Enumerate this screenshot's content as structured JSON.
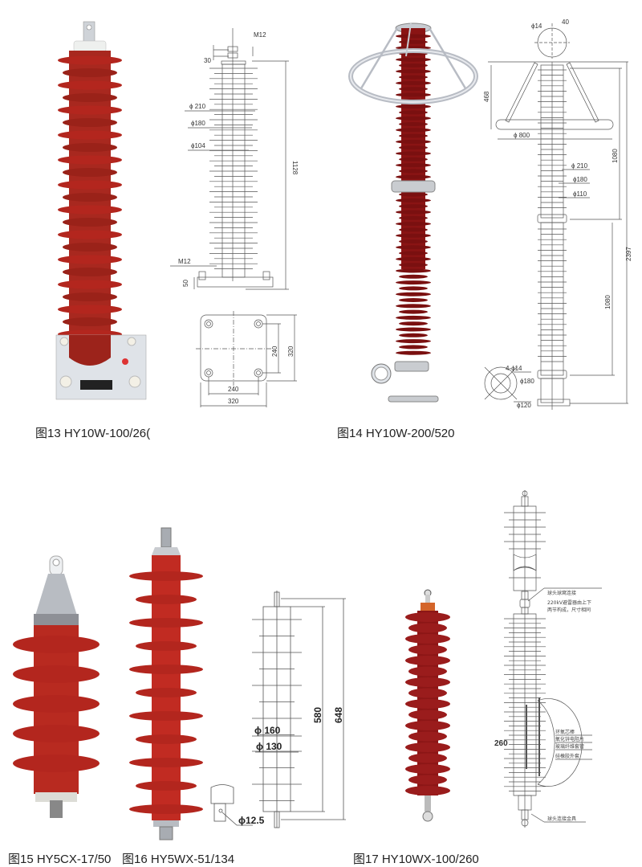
{
  "figures": [
    {
      "id": "fig13",
      "caption": "图13 HY10W-100/26(",
      "drawing_labels": {
        "m12_top": "M12",
        "d30": "30",
        "phi210": "ϕ 210",
        "phi180": "ϕ180",
        "phi104": "ϕ104",
        "h1128": "1128",
        "m12_base": "M12",
        "h50": "50",
        "plate_inner_v": "240",
        "plate_outer_v": "320",
        "plate_inner_h": "240",
        "plate_outer_h": "320"
      }
    },
    {
      "id": "fig14",
      "caption": "图14 HY10W-200/520",
      "drawing_labels": {
        "phi14": "ϕ14",
        "d40": "40",
        "h468": "468",
        "phi800": "ϕ 800",
        "phi210": "ϕ 210",
        "phi180": "ϕ180",
        "phi110": "ϕ110",
        "h1080_top": "1080",
        "h2397": "2397",
        "h1080_bottom": "1080",
        "holes": "4-ϕ14",
        "phi180_flange": "ϕ180",
        "phi120": "ϕ120"
      }
    },
    {
      "id": "fig15",
      "caption": "图15 HY5CX-17/50"
    },
    {
      "id": "fig16",
      "caption": "图16 HY5WX-51/134",
      "drawing_labels": {
        "phi160": "ϕ 160",
        "phi130": "ϕ 130",
        "h580": "580",
        "h648": "648",
        "phi12_5": "ϕ12.5"
      }
    },
    {
      "id": "fig17",
      "caption": "图17 HY10WX-100/260",
      "drawing_labels": {
        "ball_joint": "球头球窝连接",
        "note_line1": "220kV避雷器由上下",
        "note_line2": "两节构成，尺寸相同",
        "d260": "260",
        "core_rod": "环氧芯棒",
        "zno_resistor": "氧化锌电阻片",
        "fiber_tube": "玻璃纤维套管",
        "silicone_shed": "硅橡胶外套",
        "ball_fitting": "球头连接金具"
      }
    }
  ],
  "colors": {
    "shed_red": "#b3261e",
    "shed_dark": "#7a1010",
    "metal": "#c9ccd0",
    "line": "#555555"
  }
}
